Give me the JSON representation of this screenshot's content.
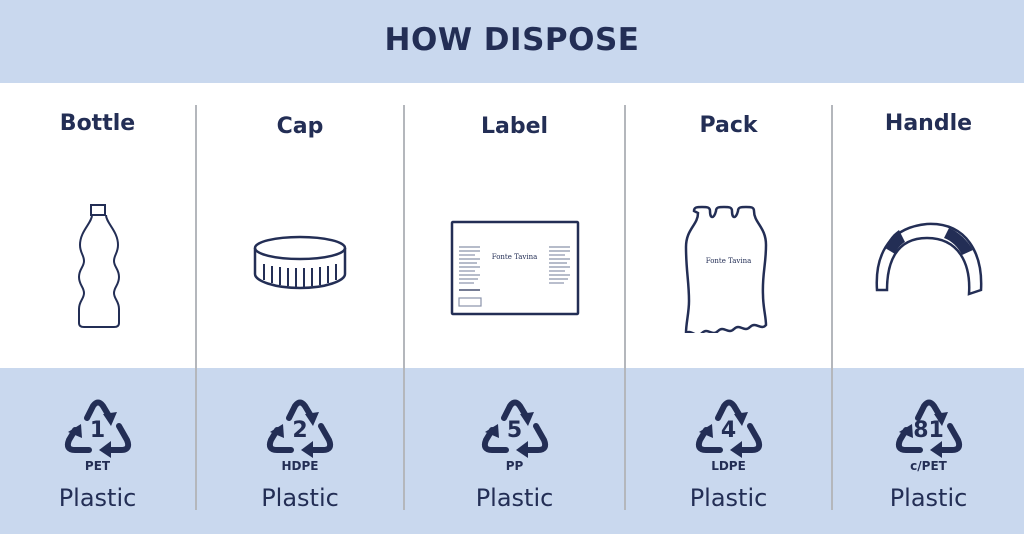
{
  "title": "HOW DISPOSE",
  "items": [
    {
      "name": "Bottle",
      "number": "1",
      "code": "PET",
      "material": "Plastic",
      "icon": "bottle-icon"
    },
    {
      "name": "Cap",
      "number": "2",
      "code": "HDPE",
      "material": "Plastic",
      "icon": "cap-icon"
    },
    {
      "name": "Label",
      "number": "5",
      "code": "PP",
      "material": "Plastic",
      "icon": "label-icon",
      "brand": "Fonte Tavina"
    },
    {
      "name": "Pack",
      "number": "4",
      "code": "LDPE",
      "material": "Plastic",
      "icon": "pack-icon",
      "brand": "Fonte Tavina"
    },
    {
      "name": "Handle",
      "number": "81",
      "code": "c/PET",
      "material": "Plastic",
      "icon": "handle-icon"
    }
  ],
  "colors": {
    "band": "#c9d8ee",
    "ink": "#232e55",
    "divider": "#b4b7bc"
  }
}
